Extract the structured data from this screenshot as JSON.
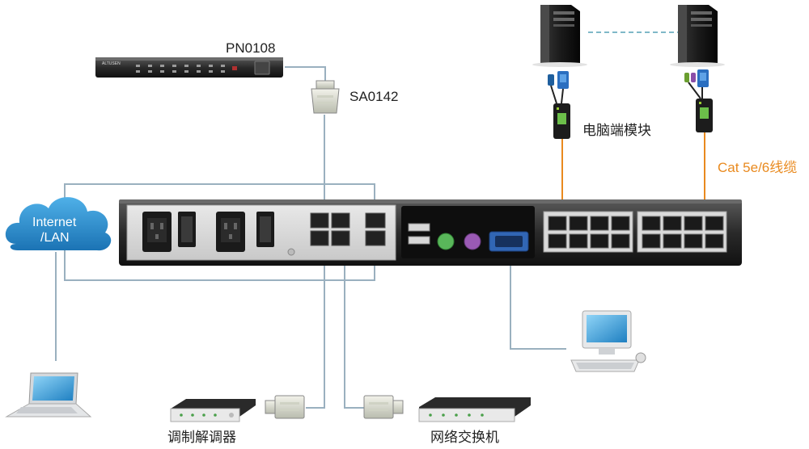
{
  "labels": {
    "pn0108": "PN0108",
    "sa0142": "SA0142",
    "computer_module": "电脑端模块",
    "cable": "Cat 5e/6线缆",
    "internet_line1": "Internet",
    "internet_line2": "/LAN",
    "modem": "调制解调器",
    "switch": "网络交换机",
    "pdu_brand": "ALTUSEN"
  },
  "colors": {
    "cable_gray": "#9ab0bf",
    "cable_orange": "#e98a1f",
    "cloud_blue": "#2f8fce",
    "dashed_link": "#7fb8c8",
    "device_dark": "#1e1e1e"
  }
}
